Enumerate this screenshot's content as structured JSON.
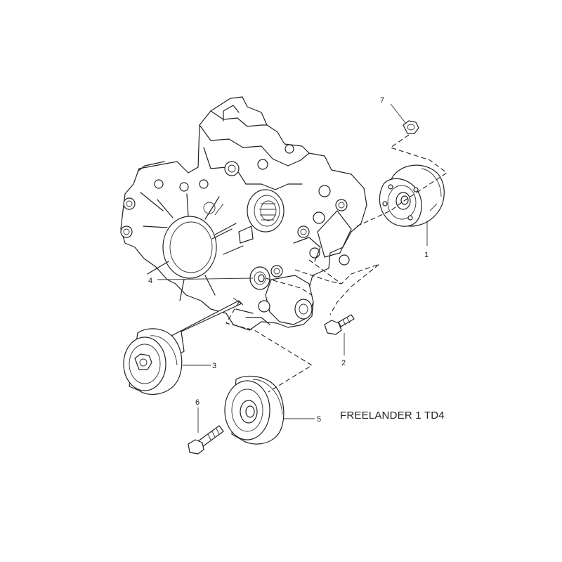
{
  "diagram": {
    "caption": "FREELANDER 1 TD4",
    "callouts": {
      "part1": "1",
      "part2": "2",
      "part3": "3",
      "part4": "4",
      "part5": "5",
      "part6": "6",
      "part7": "7"
    }
  }
}
